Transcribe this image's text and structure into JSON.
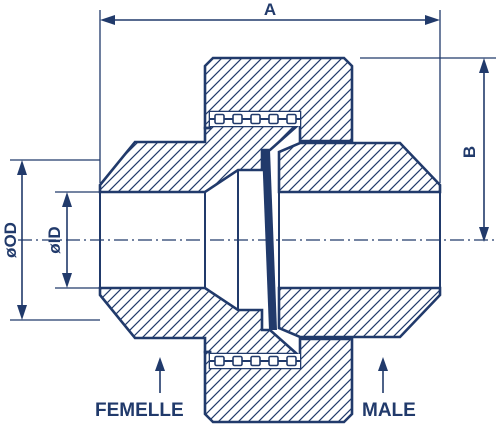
{
  "diagram": {
    "dim_a": "A",
    "dim_b": "B",
    "dim_od": "øOD",
    "dim_id": "øID",
    "label_female": "FEMELLE",
    "label_male": "MALE"
  },
  "colors": {
    "line": "#213a6b",
    "background": "#ffffff"
  }
}
